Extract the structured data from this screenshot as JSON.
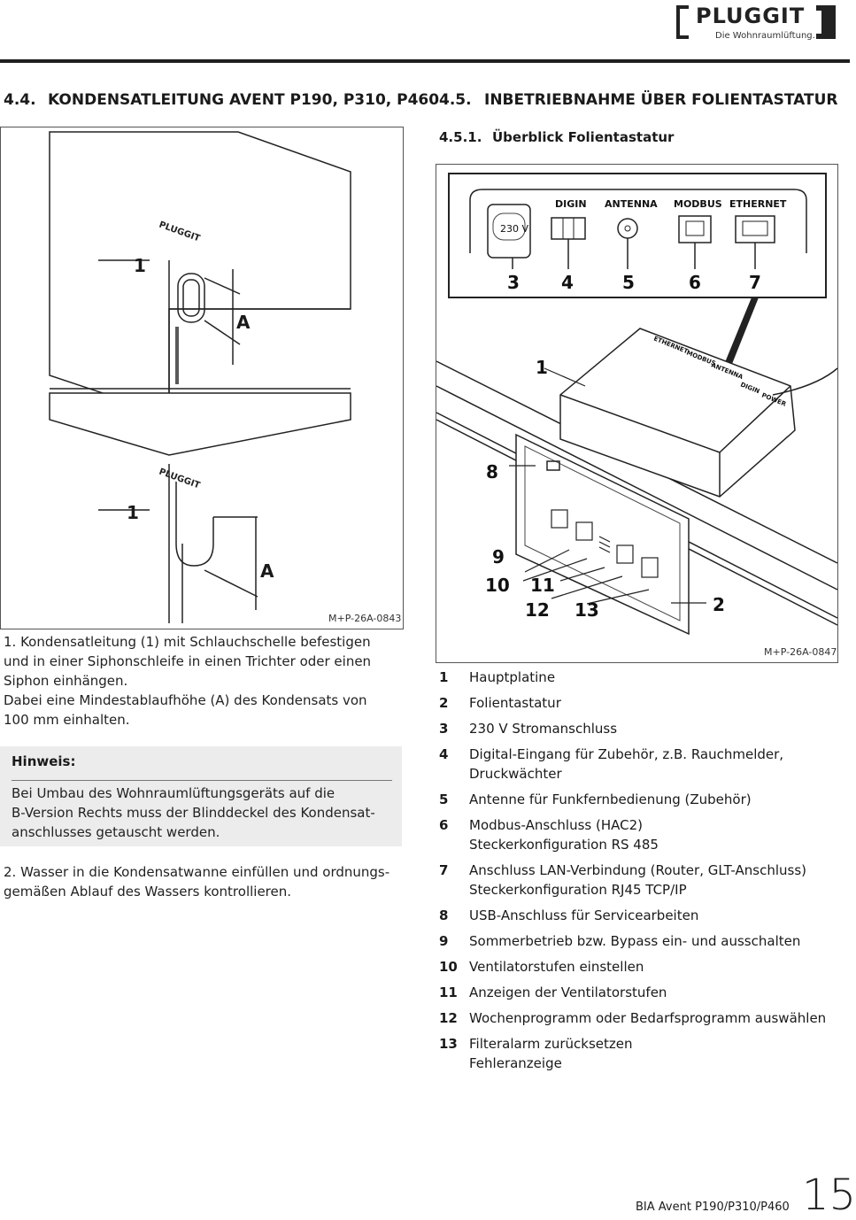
{
  "header": {
    "brand": "PLUGGIT",
    "tagline": "Die Wohnraumlüftung."
  },
  "left_section": {
    "number": "4.4.",
    "title": "KONDENSATLEITUNG AVENT P190, P310, P460",
    "figure": {
      "id": "M+P-26A-0843",
      "labels": [
        "1",
        "A",
        "1",
        "A"
      ],
      "logo_text": "PLUGGIT"
    },
    "step1": "1.  Kondensatleitung (1) mit Schlauchschelle befestigen\nund in einer Siphonschleife in einen Trichter oder einen\nSiphon einhängen.\nDabei eine Mindestablaufhöhe (A) des Kondensats von\n100 mm einhalten.",
    "hinweis_title": "Hinweis:",
    "hinweis_text": "Bei Umbau des Wohnraumlüftungsgeräts auf die\nB-Version Rechts muss der Blinddeckel des Kondensat-\nanschlusses getauscht werden.",
    "step2": "2.  Wasser in die Kondensatwanne einfüllen und ordnungs-\ngemäßen Ablauf des Wassers kontrollieren."
  },
  "right_section": {
    "number": "4.5.",
    "title": "INBETRIEBNAHME ÜBER FOLIENTASTATUR",
    "sub_number": "4.5.1.",
    "sub_title": "Überblick Folientastatur",
    "figure": {
      "id": "M+P-26A-0847",
      "connector_labels": [
        "DIGIN",
        "ANTENNA",
        "MODBUS",
        "ETHERNET"
      ],
      "voltage": "230 V",
      "callouts_top": [
        "3",
        "4",
        "5",
        "6",
        "7"
      ],
      "callouts_main": [
        "1",
        "8",
        "9",
        "10",
        "11",
        "12",
        "13",
        "2"
      ],
      "device_labels": [
        "ETHERNET",
        "MODBUS",
        "ANTENNA",
        "DIGIN",
        "POWER"
      ]
    },
    "legend": [
      {
        "num": "1",
        "text": "Hauptplatine"
      },
      {
        "num": "2",
        "text": "Folientastatur"
      },
      {
        "num": "3",
        "text": "230 V Stromanschluss"
      },
      {
        "num": "4",
        "text": "Digital-Eingang für Zubehör, z.B. Rauchmelder,\nDruckwächter"
      },
      {
        "num": "5",
        "text": "Antenne für Funkfernbedienung (Zubehör)"
      },
      {
        "num": "6",
        "text": "Modbus-Anschluss (HAC2)\nSteckerkonfiguration RS 485"
      },
      {
        "num": "7",
        "text": "Anschluss LAN-Verbindung (Router, GLT-Anschluss)\nSteckerkonfiguration RJ45 TCP/IP"
      },
      {
        "num": "8",
        "text": "USB-Anschluss für Servicearbeiten"
      },
      {
        "num": "9",
        "text": "Sommerbetrieb bzw. Bypass ein- und ausschalten"
      },
      {
        "num": "10",
        "text": "Ventilatorstufen einstellen"
      },
      {
        "num": "11",
        "text": "Anzeigen der Ventilatorstufen"
      },
      {
        "num": "12",
        "text": "Wochenprogramm oder Bedarfsprogramm auswählen"
      },
      {
        "num": "13",
        "text": "Filteralarm zurücksetzen\nFehleranzeige"
      }
    ]
  },
  "footer": {
    "doc": "BIA Avent P190/P310/P460",
    "page": "15"
  }
}
